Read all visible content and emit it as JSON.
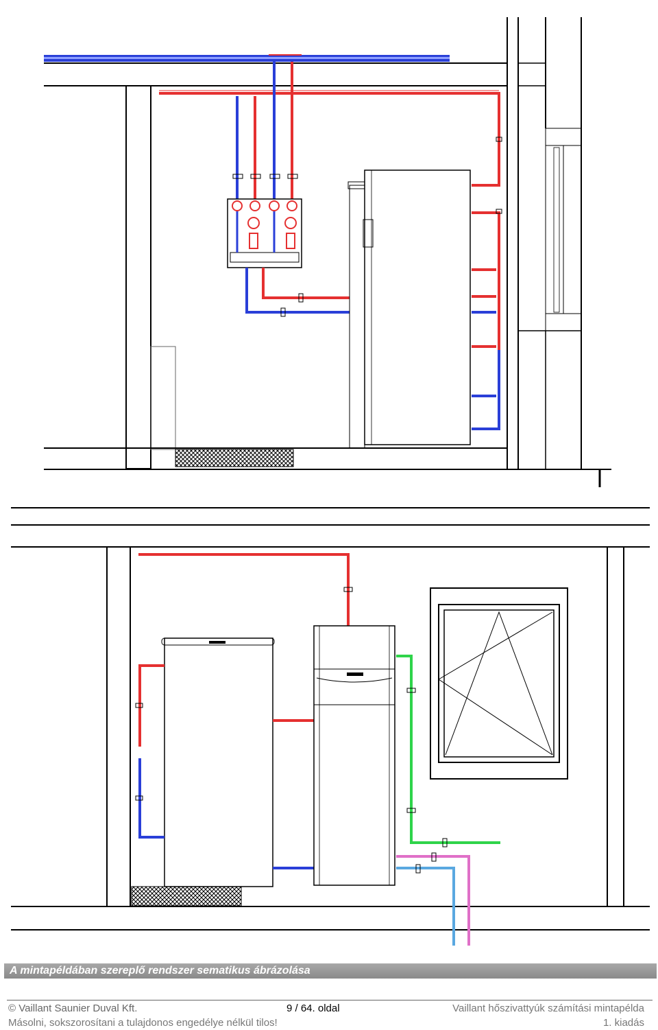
{
  "caption": "A mintapéldában szereplő rendszer sematikus ábrázolása",
  "footer": {
    "copyright": "© Vaillant Saunier Duval Kft.",
    "page": "9 / 64. oldal",
    "doc_title": "Vaillant hőszivattyúk számítási mintapélda",
    "notice": "Másolni, sokszorosítani a tulajdonos engedélye nélkül tilos!",
    "edition": "1. kiadás"
  },
  "colors": {
    "supply_red": "#e53030",
    "return_blue": "#2a3fd8",
    "green_pipe": "#2fd44a",
    "pink_pipe": "#e070c8",
    "lightblue_pipe": "#5aa8e0",
    "line": "#000000",
    "caption_bg": "#999999"
  }
}
